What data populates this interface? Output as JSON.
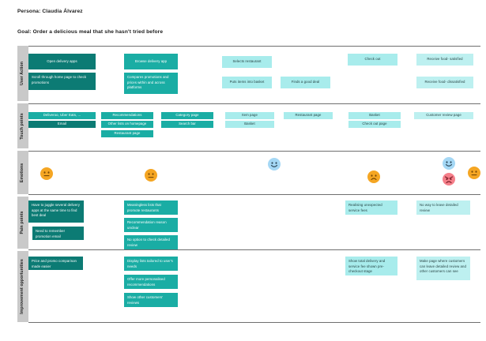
{
  "header": {
    "persona": "Persona: Claudia Álvarez",
    "goal": "Goal: Order a delicious meal that she hasn't tried before"
  },
  "rows": [
    {
      "id": "user-action",
      "label": "User Action"
    },
    {
      "id": "touch-points",
      "label": "Touch points"
    },
    {
      "id": "emotions",
      "label": "Emotions"
    },
    {
      "id": "pain-points",
      "label": "Pain points"
    },
    {
      "id": "improvement",
      "label": "Improvement opportunities"
    }
  ],
  "user_action": [
    {
      "text": "Open delivery apps",
      "tone": "dark"
    },
    {
      "text": "Scroll through home page to check promotions",
      "tone": "dark"
    },
    {
      "text": "Browse delivery app",
      "tone": "mid"
    },
    {
      "text": "Compares promotions and prices within and across platforms",
      "tone": "mid"
    },
    {
      "text": "Selects  restaurant",
      "tone": "light"
    },
    {
      "text": "Puts items into basket",
      "tone": "light"
    },
    {
      "text": "Finds a good deal",
      "tone": "light"
    },
    {
      "text": "Check out",
      "tone": "light"
    },
    {
      "text": "Receive food- satisfied",
      "tone": "pale"
    },
    {
      "text": "Receive food- dissatisfied",
      "tone": "pale"
    }
  ],
  "touch_points": [
    {
      "text": "Deliveroo, Uber Eats, ...",
      "tone": "mid"
    },
    {
      "text": "Email",
      "tone": "dark"
    },
    {
      "text": "Recommendations",
      "tone": "mid"
    },
    {
      "text": "Other lists on homepage",
      "tone": "mid"
    },
    {
      "text": "Restaurant page",
      "tone": "mid"
    },
    {
      "text": "Category page",
      "tone": "mid"
    },
    {
      "text": "Search bar",
      "tone": "mid"
    },
    {
      "text": "Item page",
      "tone": "light"
    },
    {
      "text": "Basket",
      "tone": "light"
    },
    {
      "text": "Restaurant page",
      "tone": "light"
    },
    {
      "text": "Basket",
      "tone": "light"
    },
    {
      "text": "Check out page",
      "tone": "light"
    },
    {
      "text": "Customer review page",
      "tone": "pale"
    }
  ],
  "emotions": [
    {
      "mood": "neutral",
      "color": "#f5a623"
    },
    {
      "mood": "neutral",
      "color": "#f5a623"
    },
    {
      "mood": "happy",
      "color": "#a5d8f5"
    },
    {
      "mood": "sad",
      "color": "#f5a623"
    },
    {
      "mood": "happy",
      "color": "#a5d8f5"
    },
    {
      "mood": "angry",
      "color": "#f57f8a"
    },
    {
      "mood": "neutral",
      "color": "#f5a623"
    }
  ],
  "pain_points": [
    {
      "text": "Have to juggle several delivery apps at the same time to find best deal",
      "tone": "dark"
    },
    {
      "text": "Need to remember promotion email",
      "tone": "dark"
    },
    {
      "text": "Meaningless lists that promote restaurants",
      "tone": "mid"
    },
    {
      "text": "Recommendation reason unclear",
      "tone": "mid"
    },
    {
      "text": "No option to check detailed review",
      "tone": "mid"
    },
    {
      "text": "Realising unexpected service fees",
      "tone": "light"
    },
    {
      "text": "No way to leave detailed review",
      "tone": "pale"
    }
  ],
  "improvement": [
    {
      "text": "Price and promo comparison made easier",
      "tone": "dark"
    },
    {
      "text": "Display lists tailored to user's needs",
      "tone": "mid"
    },
    {
      "text": "Offer more personalised recommendations",
      "tone": "mid"
    },
    {
      "text": "Show other customers' reviews",
      "tone": "mid"
    },
    {
      "text": "Show total delivery and service fee shown pre-checkout stage",
      "tone": "light"
    },
    {
      "text": "Make page where customers can leave detailed review and other customers can see",
      "tone": "pale"
    }
  ],
  "colors": {
    "dark": "#0c7b74",
    "mid": "#1aada4",
    "light": "#a8ecec",
    "pale": "#bdf0f0",
    "label_col": "#c9c9c9",
    "rule": "#6f6f6f"
  }
}
